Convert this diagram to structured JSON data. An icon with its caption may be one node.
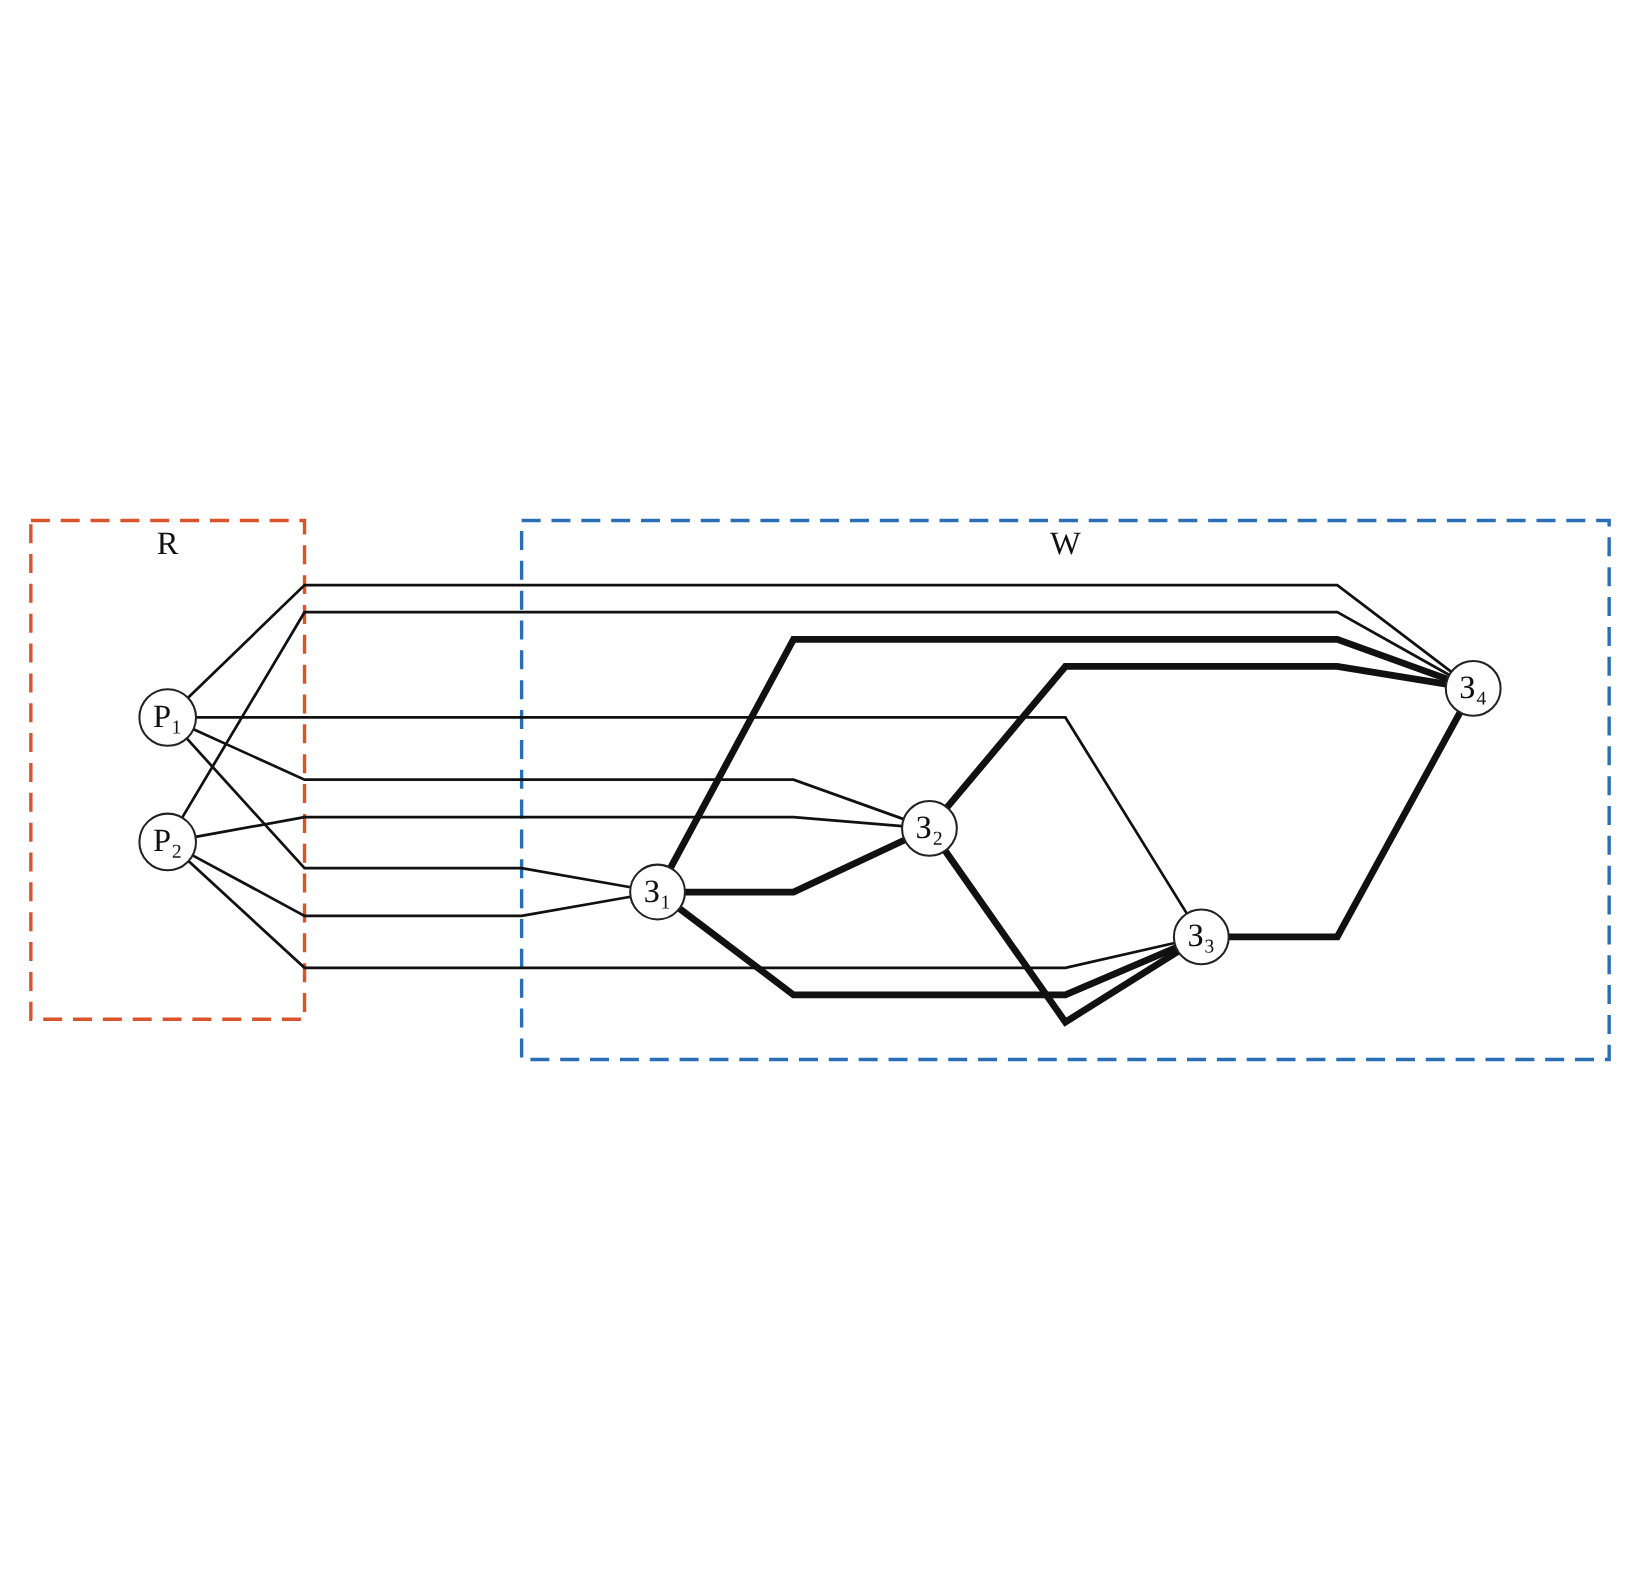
{
  "diagram": {
    "nodes": [
      {
        "text": [
          "R"
        ]
      },
      {
        "text": [
          "P₁"
        ],
        "in": 0
      },
      {
        "text": [
          "P₂"
        ],
        "in": 0
      },
      {
        "text": [
          "W"
        ]
      },
      {
        "text": [
          "З₁"
        ],
        "in": 3
      },
      {
        "text": [
          "З₂"
        ],
        "in": 3
      },
      {
        "text": [
          "З₃"
        ],
        "in": 3
      },
      {
        "text": [
          "З₄"
        ],
        "in": 3
      }
    ],
    "edges": [
      {
        "from": 1,
        "to": 4,
        "arrow": "none"
      },
      {
        "from": 1,
        "to": 5,
        "arrow": "none"
      },
      {
        "from": 1,
        "to": 6,
        "arrow": "none"
      },
      {
        "from": 1,
        "to": 7,
        "arrow": "none"
      },
      {
        "from": 2,
        "to": 4,
        "arrow": "none"
      },
      {
        "from": 2,
        "to": 5,
        "arrow": "none"
      },
      {
        "from": 2,
        "to": 6,
        "arrow": "none"
      },
      {
        "from": 2,
        "to": 7,
        "arrow": "none"
      },
      {
        "from": 4,
        "to": 5,
        "arrow": "none",
        "style": "thick"
      },
      {
        "from": 4,
        "to": 6,
        "arrow": "none",
        "style": "thick"
      },
      {
        "from": 4,
        "to": 7,
        "arrow": "none",
        "style": "thick"
      },
      {
        "from": 5,
        "to": 6,
        "arrow": "none",
        "style": "thick"
      },
      {
        "from": 5,
        "to": 7,
        "arrow": "none",
        "style": "thick"
      },
      {
        "from": 6,
        "to": 7,
        "arrow": "none",
        "style": "thick"
      }
    ]
  }
}
